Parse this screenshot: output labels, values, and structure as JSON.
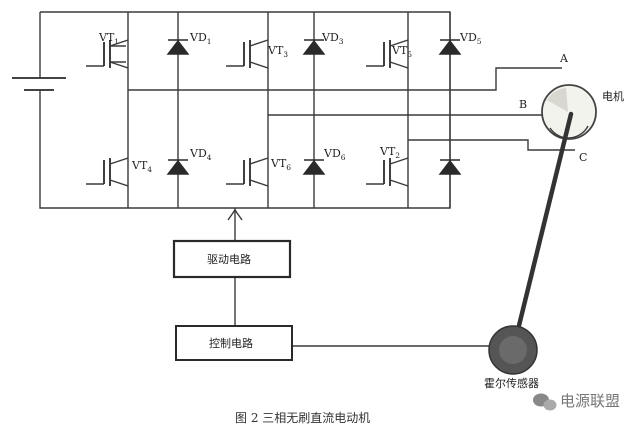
{
  "transistors": [
    {
      "id": "vt1",
      "label": "VT",
      "sub": "1"
    },
    {
      "id": "vt3",
      "label": "VT",
      "sub": "3"
    },
    {
      "id": "vt5",
      "label": "VT",
      "sub": "5"
    },
    {
      "id": "vt4",
      "label": "VT",
      "sub": "4"
    },
    {
      "id": "vt6",
      "label": "VT",
      "sub": "6"
    },
    {
      "id": "vt2",
      "label": "VT",
      "sub": "2"
    }
  ],
  "diodes": [
    {
      "id": "vd1",
      "label": "VD",
      "sub": "1"
    },
    {
      "id": "vd3",
      "label": "VD",
      "sub": "3"
    },
    {
      "id": "vd5",
      "label": "VD",
      "sub": "5"
    },
    {
      "id": "vd4",
      "label": "VD",
      "sub": "4"
    },
    {
      "id": "vd6",
      "label": "VD",
      "sub": "6"
    }
  ],
  "motor": {
    "label": "电机",
    "phase_a": "A",
    "phase_b": "B",
    "phase_c": "C"
  },
  "blocks": {
    "drive": "驱动电路",
    "control": "控制电路"
  },
  "hall_sensor": {
    "label": "霍尔传感器"
  },
  "caption": "图 2  三相无刷直流电动机",
  "watermark": "电源联盟"
}
